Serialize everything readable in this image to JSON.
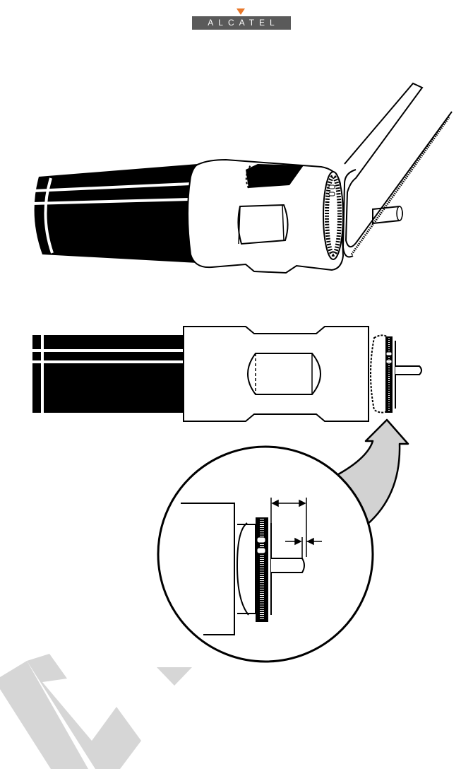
{
  "brand": {
    "name": "ALCATEL",
    "accent_color": "#e8782a",
    "bar_color": "#5a5a5a"
  },
  "figures": {
    "perspective_view": "connector-with-saw-perspective",
    "side_view": "connector-side-view",
    "detail_view": "nut-clearance-detail"
  },
  "watermark": {
    "color": "#d6d6d6"
  },
  "icons": [
    "saw-blade-icon",
    "curved-arrow-icon",
    "dimension-arrow-icon"
  ]
}
